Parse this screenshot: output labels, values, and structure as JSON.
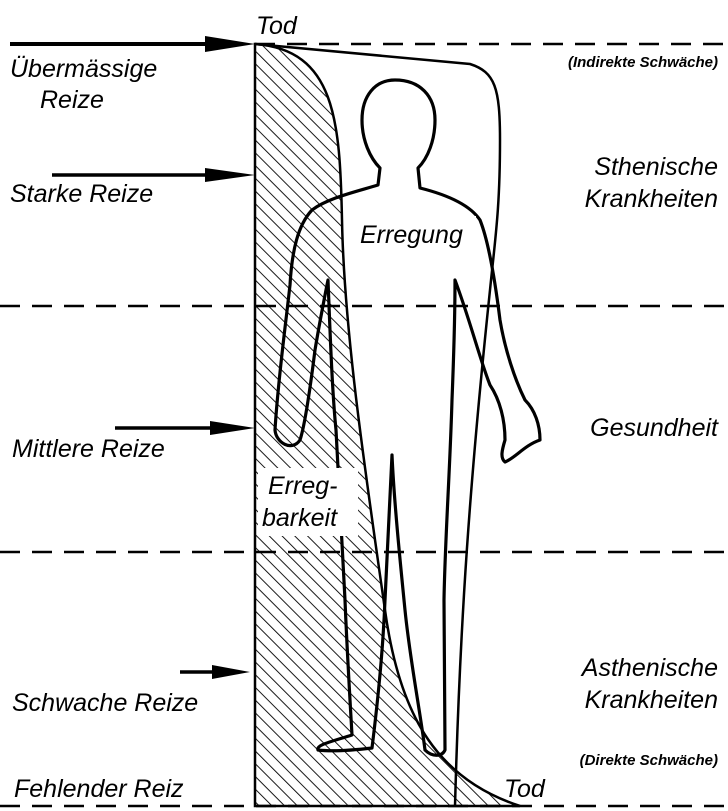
{
  "stimuli": {
    "excessive": "Übermässige\nReize",
    "strong": "Starke Reize",
    "medium": "Mittlere Reize",
    "weak": "Schwache Reize",
    "absent": "Fehlender Reiz"
  },
  "states": {
    "death_top": "Tod",
    "death_bottom": "Tod",
    "indirect_weakness": "(Indirekte Schwäche)",
    "sthenic": "Sthenische\nKrankheiten",
    "health": "Gesundheit",
    "asthenic": "Asthenische\nKrankheiten",
    "direct_weakness": "(Direkte Schwäche)"
  },
  "curves": {
    "excitation": "Erregung",
    "excitability": "Erreg-\nbarkeit"
  },
  "colors": {
    "ink": "#000000",
    "paper": "#ffffff"
  }
}
